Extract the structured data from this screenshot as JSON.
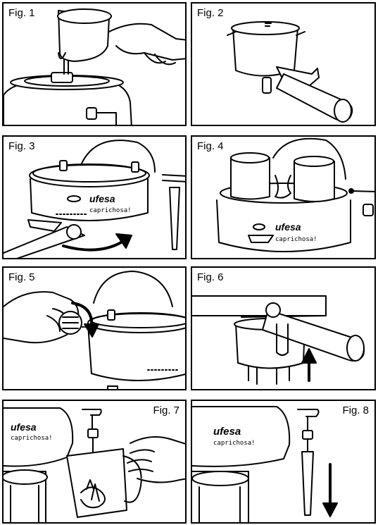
{
  "figures": [
    {
      "label": "Fig. 1",
      "step": "Pour water into the tank"
    },
    {
      "label": "Fig. 2",
      "step": "Filter holder with filter"
    },
    {
      "label": "Fig. 3",
      "step": "Lock filter holder"
    },
    {
      "label": "Fig. 4",
      "step": "Place cups"
    },
    {
      "label": "Fig. 5",
      "step": "Turn selector knob"
    },
    {
      "label": "Fig. 6",
      "step": "Steam wand up"
    },
    {
      "label": "Fig. 7",
      "step": "Froth milk"
    },
    {
      "label": "Fig. 8",
      "step": "Steam wand down"
    }
  ],
  "branding": {
    "brand": "ufesa",
    "model": "caprichosa!"
  },
  "colors": {
    "line": "#000000",
    "background": "#ffffff"
  }
}
